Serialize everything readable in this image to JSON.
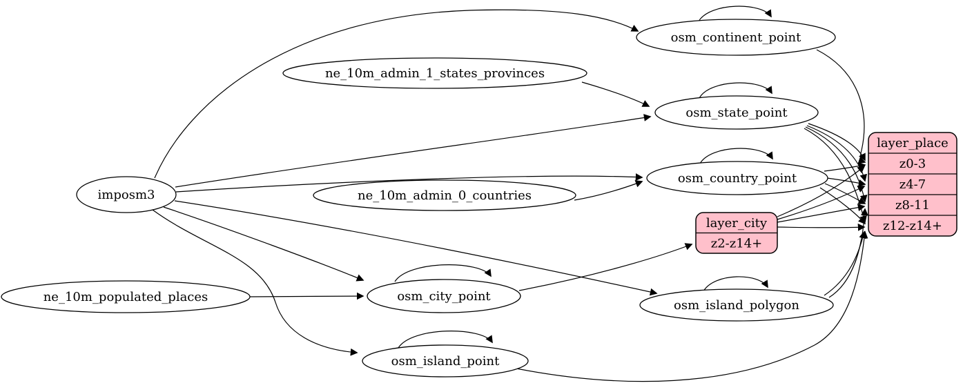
{
  "diagram": {
    "colors": {
      "background": "#ffffff",
      "node_fill": "#ffffff",
      "record_fill": "#ffc0cb",
      "stroke": "#000000"
    },
    "nodes": [
      {
        "id": "imposm3",
        "label": "imposm3"
      },
      {
        "id": "ne_10m_admin_1_states_provinces",
        "label": "ne_10m_admin_1_states_provinces"
      },
      {
        "id": "ne_10m_admin_0_countries",
        "label": "ne_10m_admin_0_countries"
      },
      {
        "id": "ne_10m_populated_places",
        "label": "ne_10m_populated_places"
      },
      {
        "id": "osm_continent_point",
        "label": "osm_continent_point"
      },
      {
        "id": "osm_state_point",
        "label": "osm_state_point"
      },
      {
        "id": "osm_country_point",
        "label": "osm_country_point"
      },
      {
        "id": "osm_city_point",
        "label": "osm_city_point"
      },
      {
        "id": "osm_island_polygon",
        "label": "osm_island_polygon"
      },
      {
        "id": "osm_island_point",
        "label": "osm_island_point"
      }
    ],
    "records": [
      {
        "id": "layer_place",
        "header": "layer_place",
        "rows": [
          "z0-3",
          "z4-7",
          "z8-11",
          "z12-z14+"
        ]
      },
      {
        "id": "layer_city",
        "header": "layer_city",
        "rows": [
          "z2-z14+"
        ]
      }
    ],
    "edges": [
      {
        "from": "imposm3",
        "to": "osm_continent_point"
      },
      {
        "from": "imposm3",
        "to": "osm_state_point"
      },
      {
        "from": "imposm3",
        "to": "osm_country_point"
      },
      {
        "from": "imposm3",
        "to": "osm_city_point"
      },
      {
        "from": "imposm3",
        "to": "osm_island_polygon"
      },
      {
        "from": "imposm3",
        "to": "osm_island_point"
      },
      {
        "from": "ne_10m_admin_1_states_provinces",
        "to": "osm_state_point"
      },
      {
        "from": "ne_10m_admin_0_countries",
        "to": "osm_country_point"
      },
      {
        "from": "ne_10m_populated_places",
        "to": "osm_city_point"
      },
      {
        "from": "osm_continent_point",
        "to": "osm_continent_point"
      },
      {
        "from": "osm_state_point",
        "to": "osm_state_point"
      },
      {
        "from": "osm_country_point",
        "to": "osm_country_point"
      },
      {
        "from": "osm_city_point",
        "to": "osm_city_point"
      },
      {
        "from": "osm_island_polygon",
        "to": "osm_island_polygon"
      },
      {
        "from": "osm_island_point",
        "to": "osm_island_point"
      },
      {
        "from": "osm_continent_point",
        "to": "layer_place",
        "port": "z0-3"
      },
      {
        "from": "osm_state_point",
        "to": "layer_place",
        "port": "z0-3"
      },
      {
        "from": "osm_state_point",
        "to": "layer_place",
        "port": "z4-7"
      },
      {
        "from": "osm_state_point",
        "to": "layer_place",
        "port": "z8-11"
      },
      {
        "from": "osm_state_point",
        "to": "layer_place",
        "port": "z12-z14+"
      },
      {
        "from": "osm_country_point",
        "to": "layer_place",
        "port": "z0-3"
      },
      {
        "from": "osm_country_point",
        "to": "layer_place",
        "port": "z4-7"
      },
      {
        "from": "osm_country_point",
        "to": "layer_place",
        "port": "z8-11"
      },
      {
        "from": "osm_country_point",
        "to": "layer_place",
        "port": "z12-z14+"
      },
      {
        "from": "osm_city_point",
        "to": "layer_city",
        "port": "z2-z14+"
      },
      {
        "from": "layer_city",
        "to": "layer_place",
        "port": "z0-3"
      },
      {
        "from": "layer_city",
        "to": "layer_place",
        "port": "z4-7"
      },
      {
        "from": "layer_city",
        "to": "layer_place",
        "port": "z8-11"
      },
      {
        "from": "layer_city",
        "to": "layer_place",
        "port": "z12-z14+"
      },
      {
        "from": "osm_island_polygon",
        "to": "layer_place",
        "port": "z8-11"
      },
      {
        "from": "osm_island_polygon",
        "to": "layer_place",
        "port": "z12-z14+"
      },
      {
        "from": "osm_island_point",
        "to": "layer_place",
        "port": "z12-z14+"
      }
    ]
  }
}
